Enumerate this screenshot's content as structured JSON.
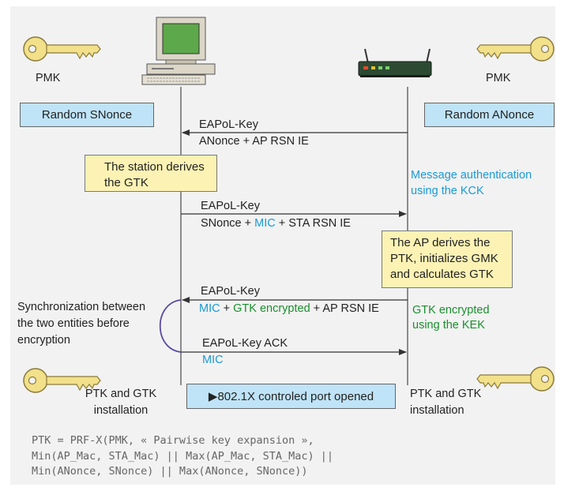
{
  "left": {
    "key_label": "PMK",
    "nonce_box": "Random SNonce",
    "derive_box_line1": "The station derives",
    "derive_box_line2": "the GTK",
    "install_line1": "PTK and GTK",
    "install_line2": "installation"
  },
  "right": {
    "key_label": "PMK",
    "nonce_box": "Random ANonce",
    "auth_line1": "Message authentication",
    "auth_line2": "using the KCK",
    "derive_box_line1": "The AP derives the",
    "derive_box_line2": "PTK, initializes GMK",
    "derive_box_line3": "and calculates GTK",
    "gtk_enc_line1": "GTK encrypted",
    "gtk_enc_line2": "using the KEK",
    "install_line1": "PTK and GTK",
    "install_line2": "installation"
  },
  "messages": {
    "m1_line1": "EAPoL-Key",
    "m1_line2": "ANonce + AP RSN IE",
    "m2_line1": "EAPoL-Key",
    "m2_line2_a": "SNonce + ",
    "m2_line2_b": "MIC",
    "m2_line2_c": " + STA RSN IE",
    "m3_line1": "EAPoL-Key",
    "m3_line2_a": "MIC",
    "m3_line2_b": " + ",
    "m3_line2_c": "GTK encrypted",
    "m3_line2_d": " + AP RSN IE",
    "m4_line1": "EAPoL-Key ACK",
    "m4_line2": "MIC"
  },
  "sync": {
    "line1": "Synchronization between",
    "line2": "the two entities before",
    "line3": "encryption"
  },
  "port_box": "▶802.1X controled port opened",
  "formula": {
    "line1": "PTK = PRF-X(PMK, « Pairwise key expansion »,",
    "line2": "Min(AP_Mac, STA_Mac) || Max(AP_Mac, STA_Mac) ||",
    "line3": "Min(ANonce, SNonce) || Max(ANonce, SNonce))"
  },
  "colors": {
    "blue_text": "#1a9ad6",
    "green_text": "#1a8f2e",
    "key_gold": "#f2e08a",
    "blue_box": "#bfe3f7",
    "yellow_box": "#fbf2b4"
  },
  "icons": [
    "key-icon",
    "computer-icon",
    "access-point-icon"
  ]
}
